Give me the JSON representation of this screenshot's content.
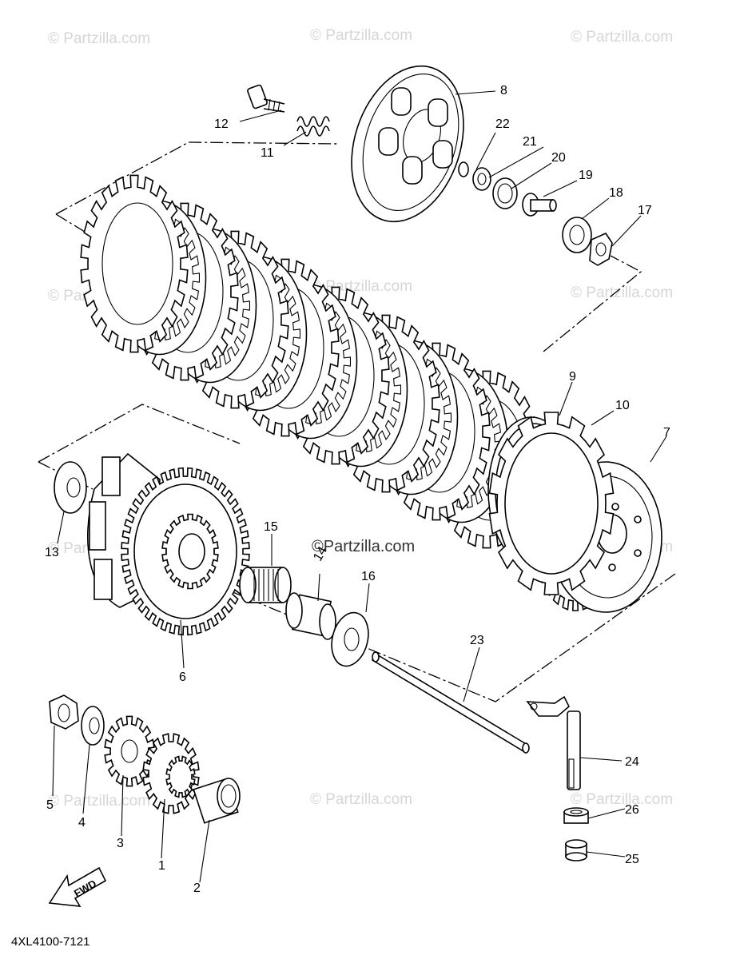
{
  "diagram_code": "4XL4100-7121",
  "direction_label": "FWD",
  "watermarks": {
    "faint": "© Partzilla.com",
    "center": "©Partzilla.com"
  },
  "callouts": {
    "c1": "1",
    "c2": "2",
    "c3": "3",
    "c4": "4",
    "c5": "5",
    "c6": "6",
    "c7": "7",
    "c8": "8",
    "c9": "9",
    "c10": "10",
    "c11": "11",
    "c12": "12",
    "c13": "13",
    "c14": "14",
    "c15": "15",
    "c16": "16",
    "c17": "17",
    "c18": "18",
    "c19": "19",
    "c20": "20",
    "c21": "21",
    "c22": "22",
    "c23": "23",
    "c24": "24",
    "c25": "25",
    "c26": "26"
  },
  "colors": {
    "line": "#000000",
    "watermark": "#d6d6d6",
    "background": "#ffffff"
  }
}
